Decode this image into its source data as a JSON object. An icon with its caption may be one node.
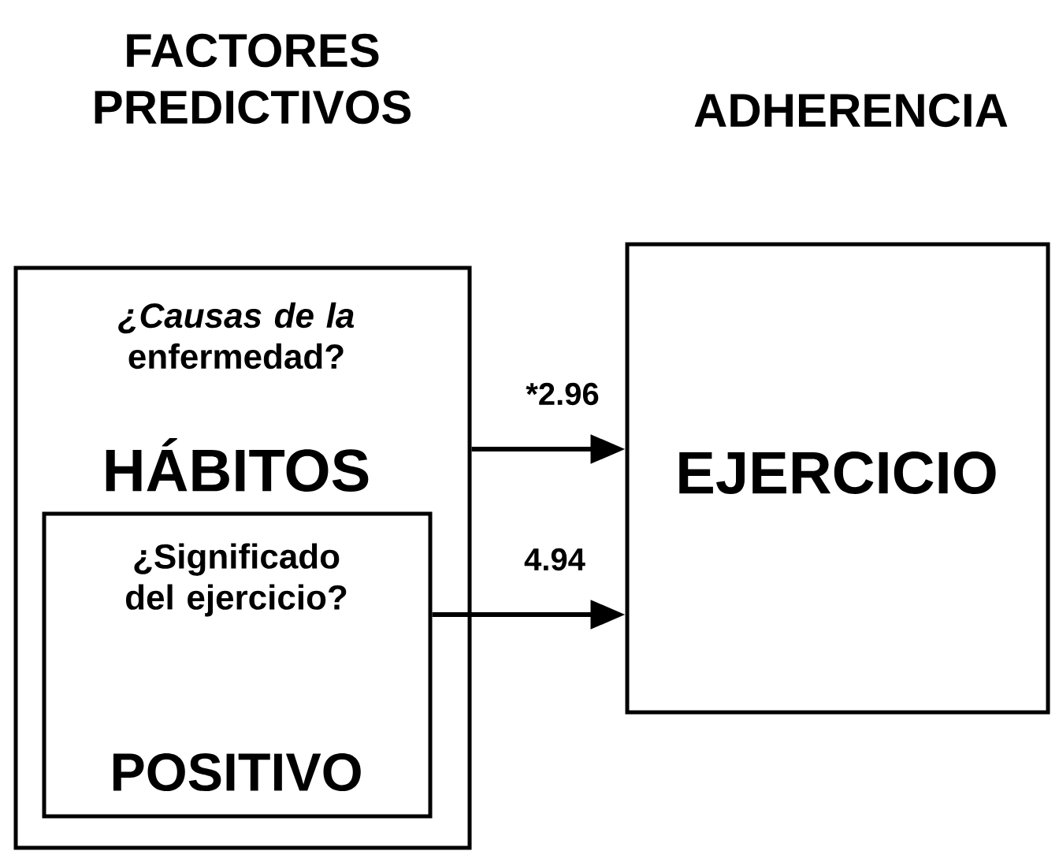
{
  "diagram": {
    "nodes": [
      {
        "text": [
          "*¿Causas de la* enfermedad?",
          "HÁBITOS"
        ]
      },
      {
        "text": [
          "¿Significado del ejercicio?",
          "POSITIVO"
        ],
        "in": 0
      },
      {
        "text": [
          "EJERCICIO"
        ]
      }
    ],
    "edges": [
      {
        "from": 0,
        "to": 2,
        "arrow": "to",
        "label": "*2.96"
      },
      {
        "from": 1,
        "to": 2,
        "arrow": "to",
        "label": "4.94"
      }
    ],
    "labels": [
      "FACTORES PREDICTIVOS",
      "ADHERENCIA"
    ]
  }
}
